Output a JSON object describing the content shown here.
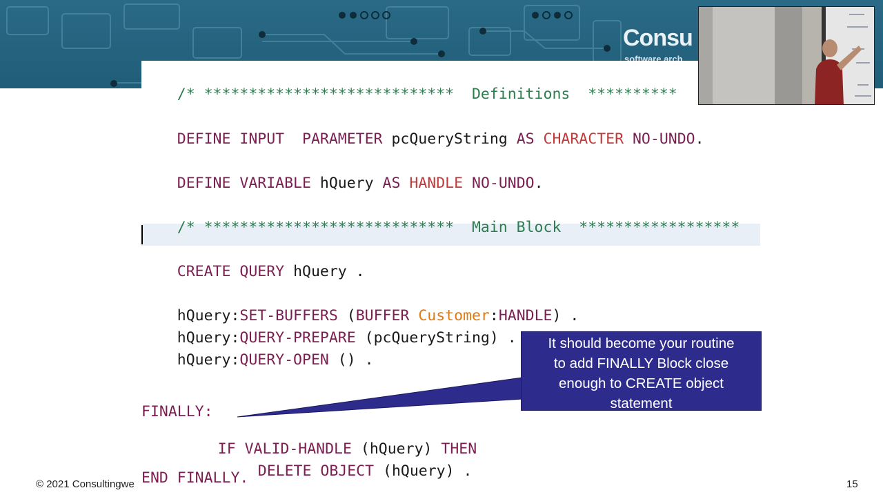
{
  "banner": {
    "brand": "Consu",
    "tagline": "software arch"
  },
  "code": {
    "definitions_comment": {
      "open": "/* ****************************",
      "label": "Definitions",
      "stars": "**********"
    },
    "define_param": {
      "kw1": "DEFINE INPUT  PARAMETER",
      "name": "pcQueryString",
      "as": "AS",
      "type": "CHARACTER",
      "noundo": "NO-UNDO",
      "dot": "."
    },
    "define_var": {
      "kw1": "DEFINE VARIABLE",
      "name": "hQuery",
      "as": "AS",
      "type": "HANDLE",
      "noundo": "NO-UNDO",
      "dot": "."
    },
    "main_comment": {
      "open": "/* ****************************",
      "label": "Main Block",
      "stars": "******************"
    },
    "create_query": {
      "kw": "CREATE QUERY",
      "rest": "hQuery ."
    },
    "set_buffers": {
      "obj": "hQuery:",
      "method": "SET-BUFFERS",
      "p1": "(",
      "buffer": "BUFFER",
      "table": "Customer",
      "colon": ":",
      "handle": "HANDLE",
      "p2": ") ."
    },
    "query_prepare": {
      "obj": "hQuery:",
      "method": "QUERY-PREPARE",
      "rest": "(pcQueryString) ."
    },
    "query_open": {
      "obj": "hQuery:",
      "method": "QUERY-OPEN",
      "rest": "() ."
    },
    "finally": "FINALLY:",
    "if_line": {
      "kw1": "IF VALID-HANDLE",
      "mid": "(hQuery)",
      "kw2": "THEN"
    },
    "delete_line": {
      "kw": "DELETE OBJECT",
      "rest": "(hQuery) ."
    },
    "end_finally": "END FINALLY."
  },
  "callout": {
    "line1": "It should become your routine",
    "line2": "to add FINALLY Block close",
    "line3": "enough to CREATE object",
    "line4": "statement"
  },
  "footer": {
    "copyright": "© 2021 Consultingwe",
    "page_number": "15"
  },
  "colors": {
    "keyword": "#7b1f52",
    "type": "#c23a3a",
    "table": "#e07a10",
    "comment": "#2e7d4f",
    "callout_bg": "#2d2c8c",
    "banner_bg": "#1f5d78"
  }
}
